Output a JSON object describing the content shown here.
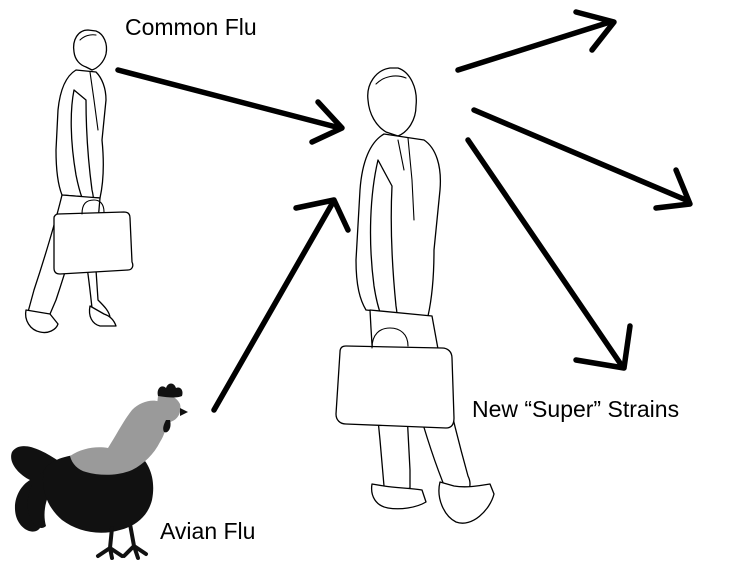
{
  "labels": {
    "common_flu": "Common Flu",
    "avian_flu": "Avian Flu",
    "super_strains": "New “Super” Strains"
  },
  "figures": {
    "source_person_icon": "walking-businessman-icon",
    "host_person_icon": "walking-businessman-icon",
    "bird_icon": "rooster-icon"
  },
  "colors": {
    "line": "#000000",
    "background": "#ffffff",
    "rooster_black": "#111111",
    "rooster_gray": "#9a9a9a"
  }
}
